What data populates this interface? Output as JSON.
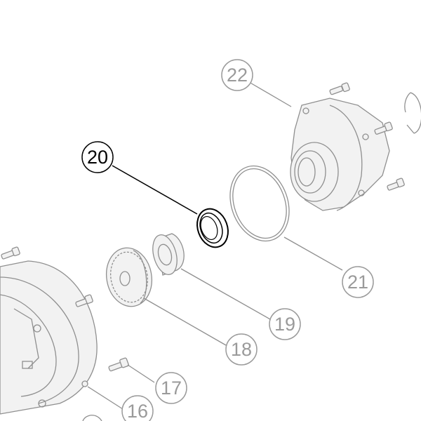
{
  "diagram": {
    "callouts": [
      {
        "id": "22",
        "label": "22",
        "active": false
      },
      {
        "id": "20",
        "label": "20",
        "active": true
      },
      {
        "id": "21",
        "label": "21",
        "active": false
      },
      {
        "id": "19",
        "label": "19",
        "active": false
      },
      {
        "id": "18",
        "label": "18",
        "active": false
      },
      {
        "id": "17",
        "label": "17",
        "active": false
      },
      {
        "id": "16",
        "label": "16",
        "active": false
      }
    ],
    "colors": {
      "active": "#000000",
      "faded": "#9a9a9a",
      "line": "#8f8f8f"
    }
  }
}
